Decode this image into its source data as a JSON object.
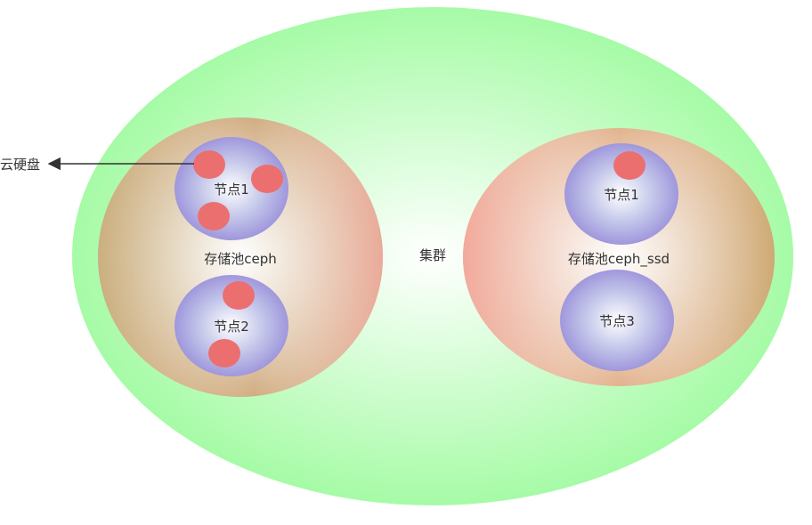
{
  "cluster": {
    "label": "集群"
  },
  "pools": [
    {
      "label": "存储池ceph",
      "nodes": [
        {
          "label": "节点1",
          "disk_count": 3
        },
        {
          "label": "节点2",
          "disk_count": 2
        }
      ]
    },
    {
      "label": "存储池ceph_ssd",
      "nodes": [
        {
          "label": "节点1",
          "disk_count": 1
        },
        {
          "label": "节点3",
          "disk_count": 0
        }
      ]
    }
  ],
  "callout": {
    "label": "云硬盘"
  },
  "colors": {
    "cluster_fill": "#b3fdb3",
    "pool_fill": "#f4a8a0",
    "pool_left_fill": "#c6b07a",
    "node_fill": "#a8a0e0",
    "disk_fill": "#ec6f6f",
    "arrow": "#333333"
  }
}
